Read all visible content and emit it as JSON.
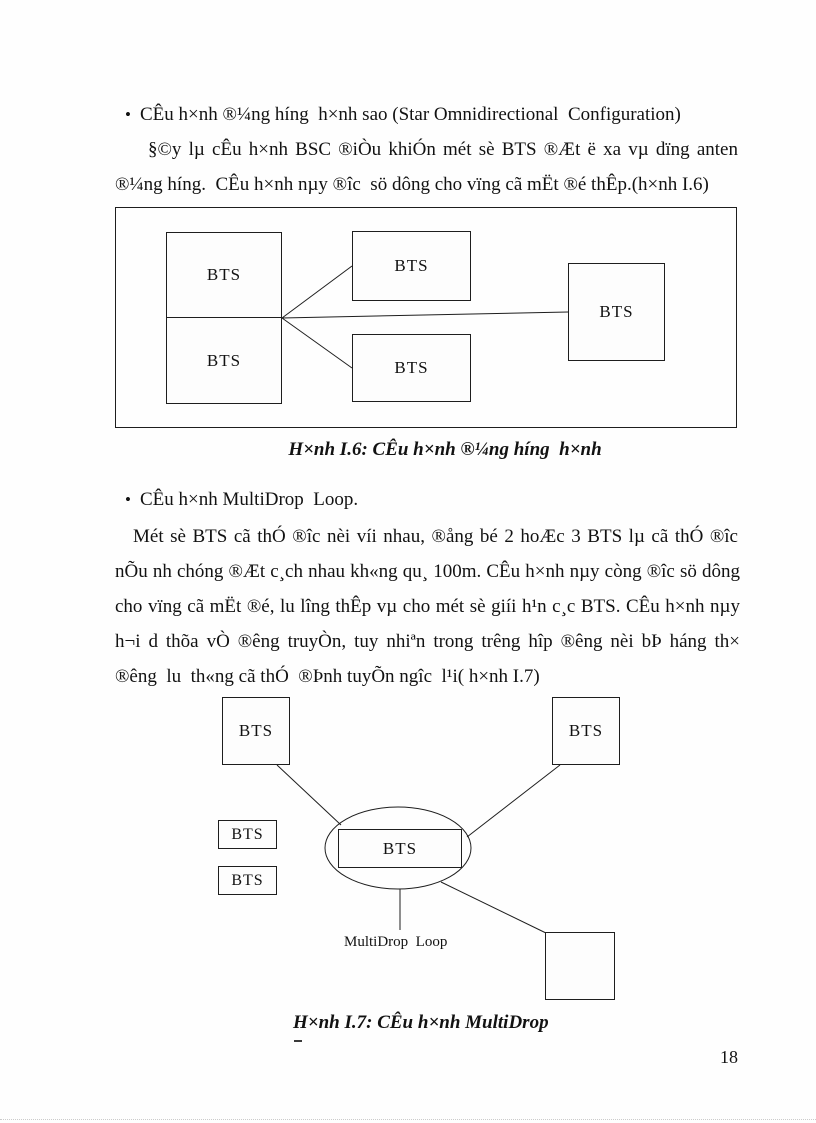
{
  "meta": {
    "bullet_char": "•",
    "page_number": "18"
  },
  "section1": {
    "heading": "CÊu h×nh ®¼ng híng  h×nh sao (Star Omnidirectional  Configuration)",
    "line1": "§©y lµ cÊu h×nh BSC ®iÒu khiÓn mét sè BTS ®Æt ë xa vµ dïng anten",
    "line2": "®¼ng híng.  CÊu h×nh nµy ®îc  sö dông cho vïng cã mËt ®é thÊp.(h×nh I.6)",
    "caption": "H×nh I.6: CÊu h×nh ®¼ng híng  h×nh"
  },
  "section2": {
    "heading": "CÊu h×nh MultiDrop  Loop.",
    "lines": [
      "Mét sè BTS cã thÓ ®îc nèi víi nhau, ®ång bé 2 hoÆc 3 BTS lµ cã thÓ ®îc",
      "nÕu nh chóng ®Æt c¸ch nhau kh«ng qu¸ 100m. CÊu h×nh nµy còng ®îc sö dông",
      "cho vïng cã mËt ®é, lu lîng thÊp vµ cho mét sè giíi h¹n c¸c BTS. CÊu h×nh nµy",
      "h¬i d thõa vÒ ®êng truyÒn, tuy nhiªn trong trêng hîp ®êng nèi bÞ háng th×",
      "®êng  lu  th«ng cã thÓ  ®Þnh tuyÕn ngîc  l¹i( h×nh I.7)"
    ],
    "caption": "H×nh I.7: CÊu h×nh MultiDrop"
  },
  "figure1": {
    "boxes": [
      "BTS",
      "BTS",
      "BTS",
      "BTS",
      "BTS"
    ]
  },
  "figure2": {
    "boxes": [
      "BTS",
      "BTS",
      "BTS",
      "BTS",
      "BTS"
    ],
    "loop_label": "MultiDrop  Loop"
  }
}
